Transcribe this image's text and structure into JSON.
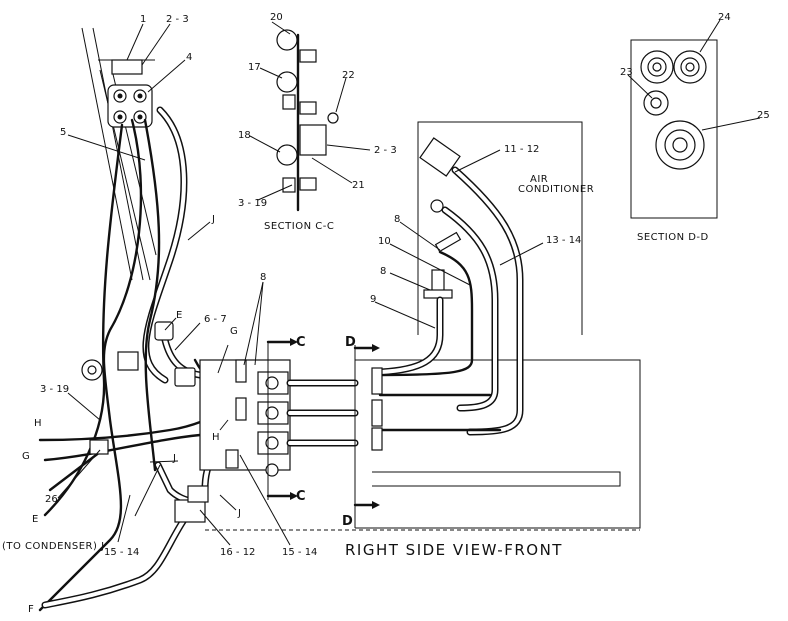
{
  "callouts": {
    "c1": "1",
    "c2_3a": "2 - 3",
    "c4": "4",
    "c5": "5",
    "c6_7": "6 - 7",
    "c8a": "8",
    "c8b": "8",
    "c8c": "8",
    "c9": "9",
    "c10": "10",
    "c11_12": "11 - 12",
    "c13_14": "13 - 14",
    "c15_14a": "15 - 14",
    "c15_14b": "15 - 14",
    "c16_12": "16 - 12",
    "c3_19a": "3 - 19",
    "c26": "26",
    "c17": "17",
    "c18": "18",
    "c20": "20",
    "c21": "21",
    "c22": "22",
    "c2_3b": "2 - 3",
    "c3_19b": "3 - 19",
    "c23": "23",
    "c24": "24",
    "c25": "25"
  },
  "letters": {
    "E_top": "E",
    "G_top": "G",
    "H_mid": "H",
    "J_right": "J",
    "J_mid": "J",
    "J_bot": "J",
    "H_left": "H",
    "G_left": "G",
    "E_left": "E",
    "F_left": "F",
    "C_top": "C",
    "C_bot": "C",
    "D_top": "D",
    "D_bot": "D"
  },
  "captions": {
    "section_cc": "SECTION C-C",
    "section_dd": "SECTION D-D",
    "air_conditioner_1": "AIR",
    "air_conditioner_2": "CONDITIONER",
    "to_condenser": "(TO CONDENSER) J",
    "view_title": "RIGHT SIDE VIEW-FRONT"
  }
}
